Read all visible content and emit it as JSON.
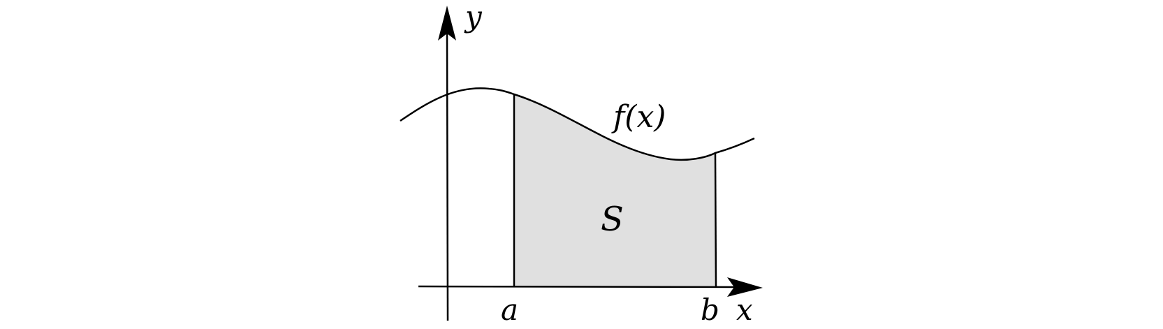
{
  "labels": {
    "y_axis": "y",
    "x_axis": "x",
    "function": "f(x)",
    "region": "S",
    "lower_bound": "a",
    "upper_bound": "b"
  },
  "colors": {
    "stroke": "#000000",
    "region_fill": "#e0e0e0",
    "background": "#ffffff"
  }
}
